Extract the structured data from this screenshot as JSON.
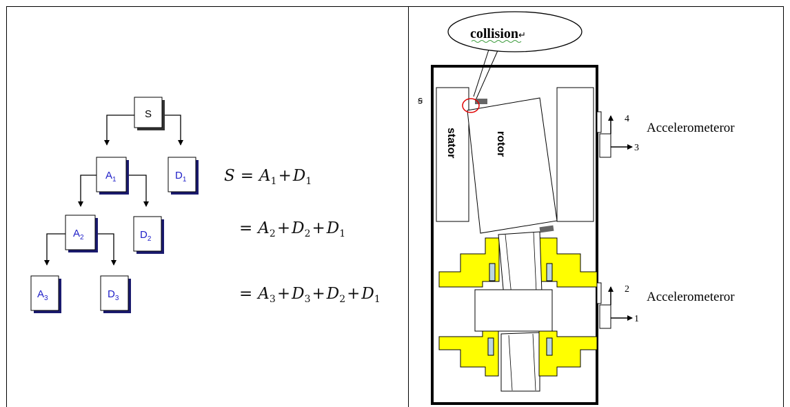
{
  "left_panel": {
    "tree": {
      "root": "S",
      "level1": {
        "approx": "A",
        "approx_sub": "1",
        "detail": "D",
        "detail_sub": "1"
      },
      "level2": {
        "approx": "A",
        "approx_sub": "2",
        "detail": "D",
        "detail_sub": "2"
      },
      "level3": {
        "approx": "A",
        "approx_sub": "3",
        "detail": "D",
        "detail_sub": "3"
      }
    },
    "equations": {
      "line1": {
        "lhs": "S",
        "eq": "=",
        "t1": "A",
        "t1s": "1",
        "op1": "+",
        "t2": "D",
        "t2s": "1"
      },
      "line2": {
        "eq": "=",
        "t1": "A",
        "t1s": "2",
        "op1": "+",
        "t2": "D",
        "t2s": "2",
        "op2": "+",
        "t3": "D",
        "t3s": "1"
      },
      "line3": {
        "eq": "=",
        "t1": "A",
        "t1s": "3",
        "op1": "+",
        "t2": "D",
        "t2s": "3",
        "op2": "+",
        "t3": "D",
        "t3s": "2",
        "op3": "+",
        "t4": "D",
        "t4s": "1"
      }
    }
  },
  "right_panel": {
    "callout": {
      "text": "collision",
      "mark": "↵"
    },
    "stator_label": "stator",
    "rotor_label": "rotor",
    "side_mark": "ꞩ",
    "sensors": [
      {
        "name": "Accelerometeror",
        "vertical_axis": "4",
        "horizontal_axis": "3"
      },
      {
        "name": "Accelerometeror",
        "vertical_axis": "2",
        "horizontal_axis": "1"
      }
    ]
  },
  "colors": {
    "tree_blue": "#2020c8",
    "bearing_yellow": "#ffff00",
    "collision_red": "#e00000"
  }
}
